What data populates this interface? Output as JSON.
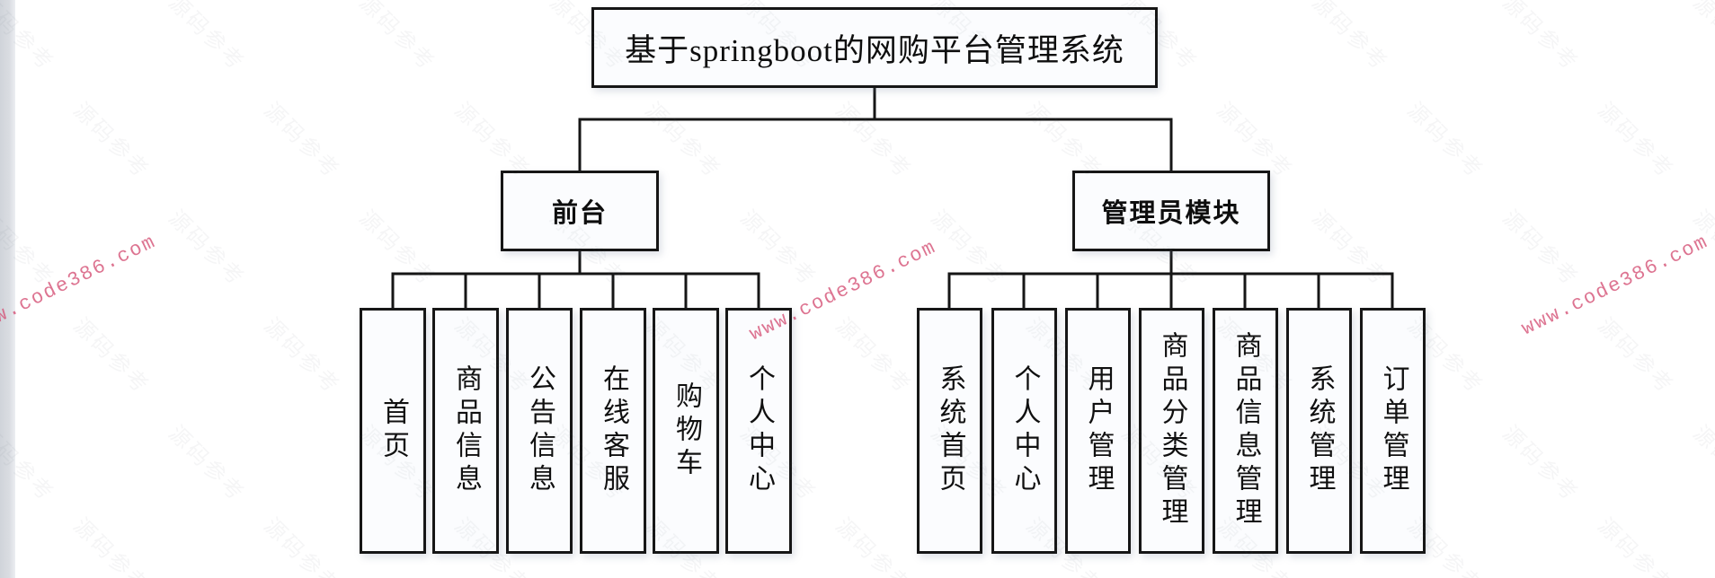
{
  "diagram": {
    "title": "基于springboot的网购平台管理系统",
    "groups": [
      {
        "label": "前台",
        "children": [
          "首页",
          "商品信息",
          "公告信息",
          "在线客服",
          "购物车",
          "个人中心"
        ]
      },
      {
        "label": "管理员模块",
        "children": [
          "系统首页",
          "个人中心",
          "用户管理",
          "商品分类管理",
          "商品信息管理",
          "系统管理",
          "订单管理"
        ]
      }
    ]
  },
  "watermarks": {
    "red_text": "www.code386.com",
    "red_color": "#d6567a",
    "faint_text": "源码参考",
    "faint_color": "#9aa0ac"
  },
  "colors": {
    "line": "#161616",
    "box_fill": "#fbfcfe",
    "background": "#ffffff",
    "side_strip": "#d9dce1"
  }
}
